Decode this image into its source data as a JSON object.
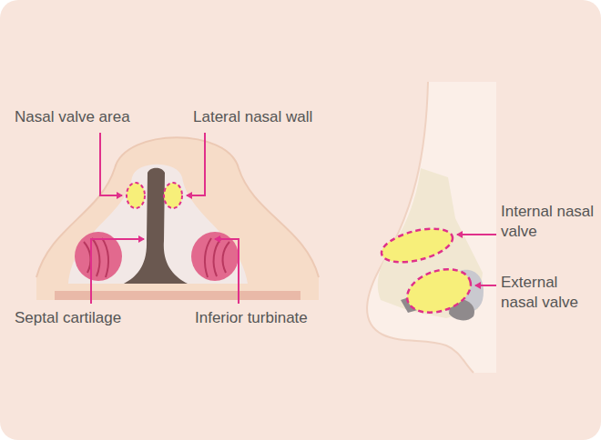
{
  "diagram": {
    "labels": [
      "Nasal valve area",
      "Lateral nasal wall",
      "Septal cartilage",
      "Inferior turbinate",
      "Internal nasal valve",
      "External nasal valve"
    ]
  }
}
